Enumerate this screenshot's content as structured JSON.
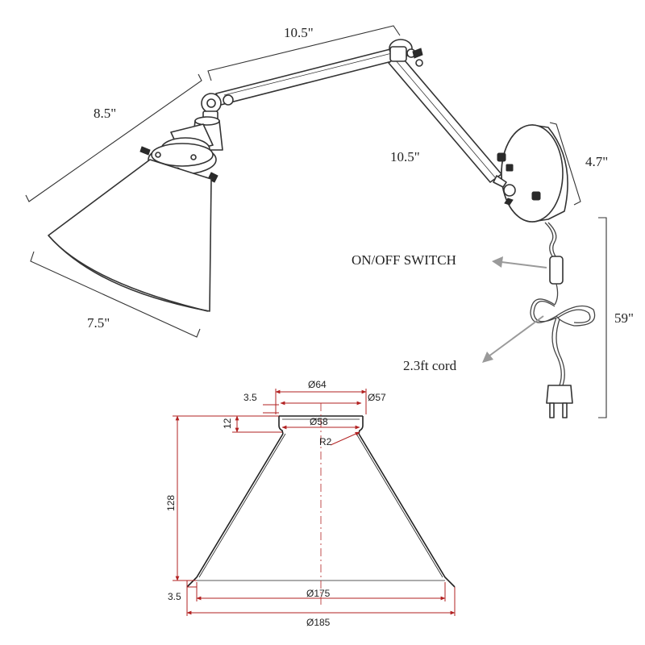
{
  "colors": {
    "line": "#333333",
    "dimension_red": "#b22222",
    "callout_arrow": "#9a9a9a",
    "background": "#ffffff"
  },
  "lamp_dimensions": {
    "upper_arm": "10.5\"",
    "lower_arm": "10.5\"",
    "arm_to_shade": "8.5\"",
    "shade_opening": "7.5\"",
    "base_plate": "4.7\"",
    "cord_length": "59\""
  },
  "callouts": {
    "switch": "ON/OFF SWITCH",
    "cord": "2.3ft cord"
  },
  "shade_drawing": {
    "top_outer_diameter": "Ø64",
    "top_collar_diameter": "Ø57",
    "collar_inner_diameter": "Ø58",
    "collar_lip": "3.5",
    "collar_height": "12",
    "fillet_radius": "R2",
    "shade_height": "128",
    "rim_height": "3.5",
    "rim_inner_diameter": "Ø175",
    "rim_outer_diameter": "Ø185"
  }
}
